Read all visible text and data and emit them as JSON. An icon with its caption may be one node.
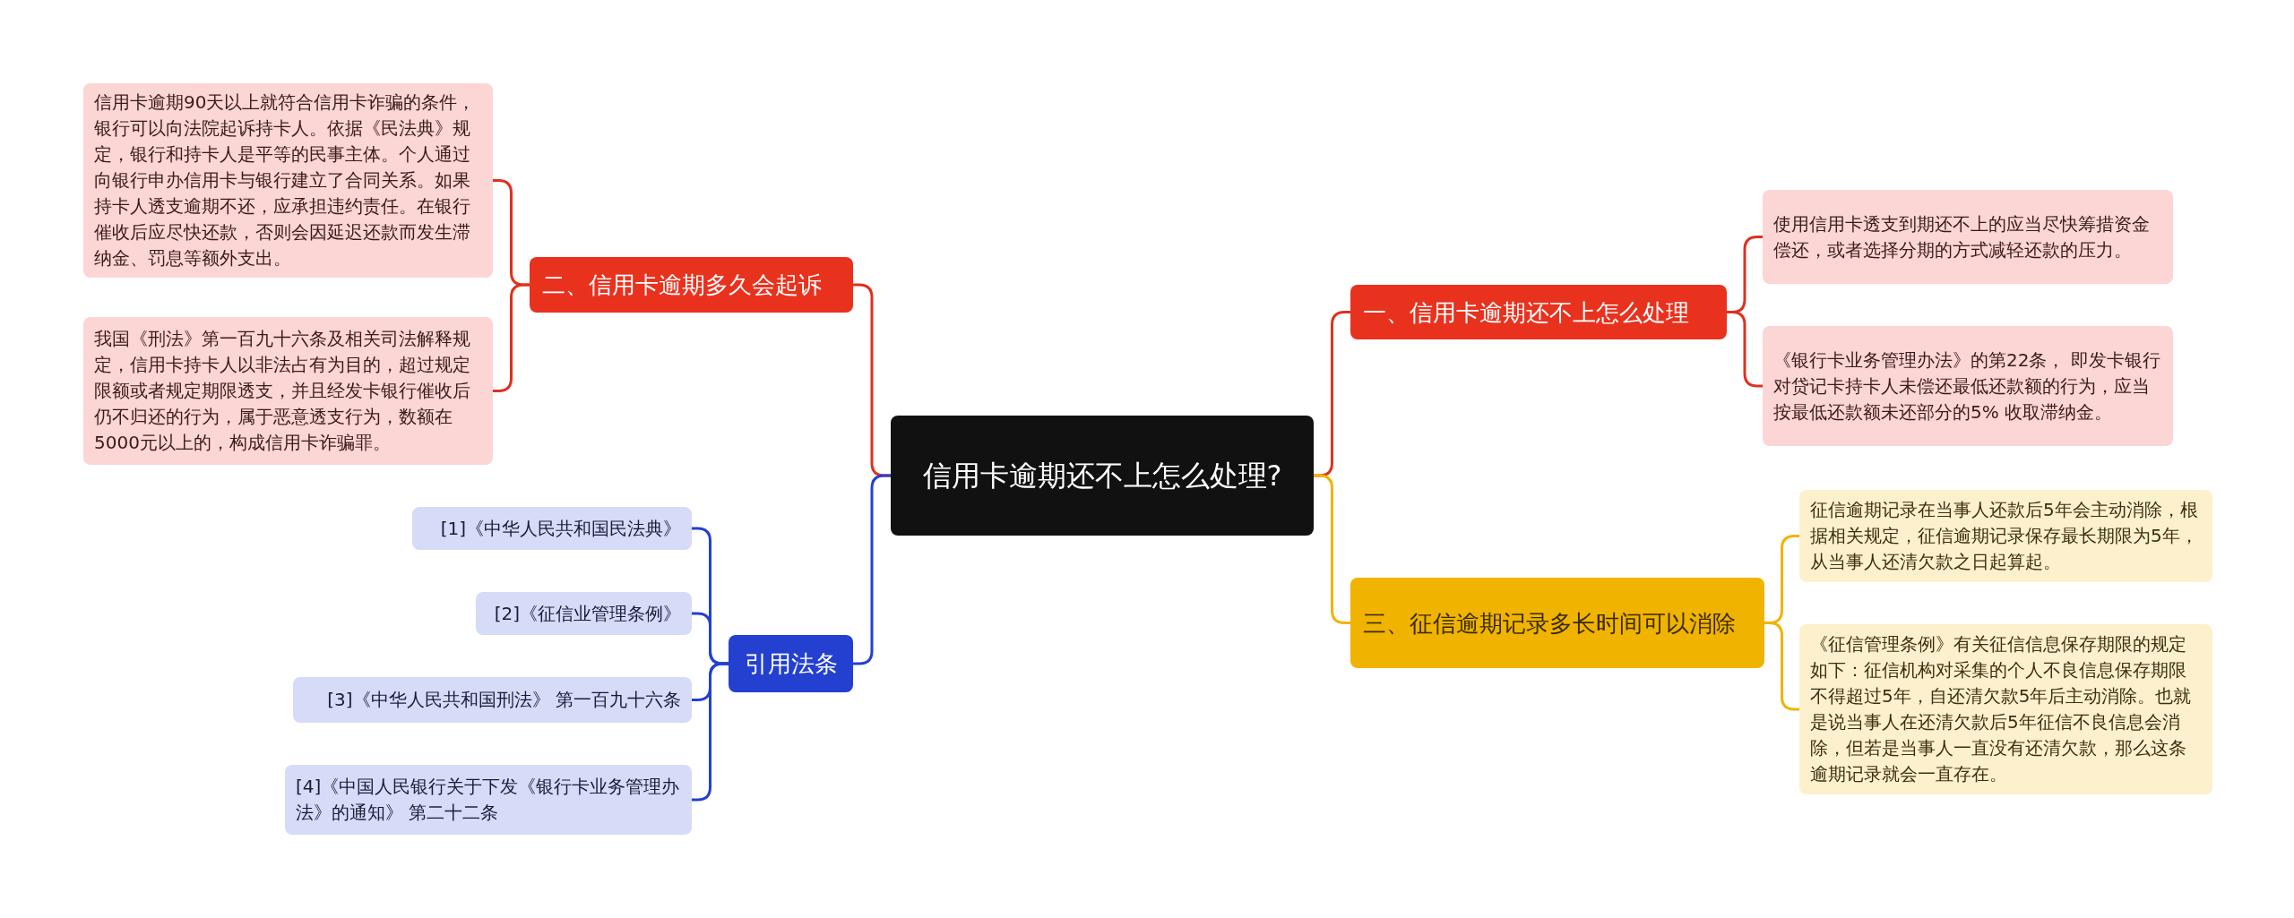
{
  "diagram": {
    "nodes": [
      {
        "text": [
          "信用卡逾期还不上怎么处理?"
        ]
      },
      {
        "text": [
          "一、信用卡逾期还不上怎么处理"
        ]
      },
      {
        "text": [
          "使用信用卡透支到期还不上的应当尽快筹措资金偿还，或者选择分期的方式减轻还款的压力。"
        ]
      },
      {
        "text": [
          "《银行卡业务管理办法》的第22条， 即发卡银行对贷记卡持卡人未偿还最低还款额的行为，应当按最低还款额未还部分的5% 收取滞纳金。"
        ]
      },
      {
        "text": [
          "三、征信逾期记录多长时间可以消除"
        ]
      },
      {
        "text": [
          "征信逾期记录在当事人还款后5年会主动消除，根据相关规定，征信逾期记录保存最长期限为5年，从当事人还清欠款之日起算起。"
        ]
      },
      {
        "text": [
          "《征信管理条例》有关征信信息保存期限的规定如下：征信机构对采集的个人不良信息保存期限不得超过5年，自还清欠款5年后主动消除。也就是说当事人在还清欠款后5年征信不良信息会消除，但若是当事人一直没有还清欠款，那么这条逾期记录就会一直存在。"
        ]
      },
      {
        "text": [
          "二、信用卡逾期多久会起诉"
        ]
      },
      {
        "text": [
          "信用卡逾期90天以上就符合信用卡诈骗的条件，银行可以向法院起诉持卡人。依据《民法典》规定，银行和持卡人是平等的民事主体。个人通过向银行申办信用卡与银行建立了合同关系。如果持卡人透支逾期不还，应承担违约责任。在银行催收后应尽快还款，否则会因延迟还款而发生滞纳金、罚息等额外支出。"
        ]
      },
      {
        "text": [
          "我国《刑法》第一百九十六条及相关司法解释规定，信用卡持卡人以非法占有为目的，超过规定限额或者规定期限透支，并且经发卡银行催收后仍不归还的行为，属于恶意透支行为，数额在5000元以上的，构成信用卡诈骗罪。"
        ]
      },
      {
        "text": [
          "引用法条"
        ]
      },
      {
        "text": [
          "[1]《中华人民共和国民法典》"
        ]
      },
      {
        "text": [
          "[2]《征信业管理条例》"
        ]
      },
      {
        "text": [
          "[3]《中华人民共和国刑法》 第一百九十六条"
        ]
      },
      {
        "text": [
          "[4]《中国人民银行关于下发《银行卡业务管理办法》的通知》 第二十二条"
        ]
      }
    ],
    "edges": [
      {
        "from": 0,
        "to": 1,
        "arrow": "none"
      },
      {
        "from": 1,
        "to": 2,
        "arrow": "none"
      },
      {
        "from": 1,
        "to": 3,
        "arrow": "none"
      },
      {
        "from": 0,
        "to": 4,
        "arrow": "none",
        "color": "#f0b400"
      },
      {
        "from": 4,
        "to": 5,
        "arrow": "none",
        "color": "#f0b400"
      },
      {
        "from": 4,
        "to": 6,
        "arrow": "none",
        "color": "#f0b400"
      },
      {
        "from": 0,
        "to": 7,
        "arrow": "none"
      },
      {
        "from": 7,
        "to": 8,
        "arrow": "none"
      },
      {
        "from": 7,
        "to": 9,
        "arrow": "none"
      },
      {
        "from": 0,
        "to": 10,
        "arrow": "none",
        "color": "#2440d0"
      },
      {
        "from": 10,
        "to": 11,
        "arrow": "none",
        "color": "#2440d0"
      },
      {
        "from": 10,
        "to": 12,
        "arrow": "none",
        "color": "#2440d0"
      },
      {
        "from": 10,
        "to": 13,
        "arrow": "none",
        "color": "#2440d0"
      },
      {
        "from": 10,
        "to": 14,
        "arrow": "none",
        "color": "#2440d0"
      }
    ]
  }
}
